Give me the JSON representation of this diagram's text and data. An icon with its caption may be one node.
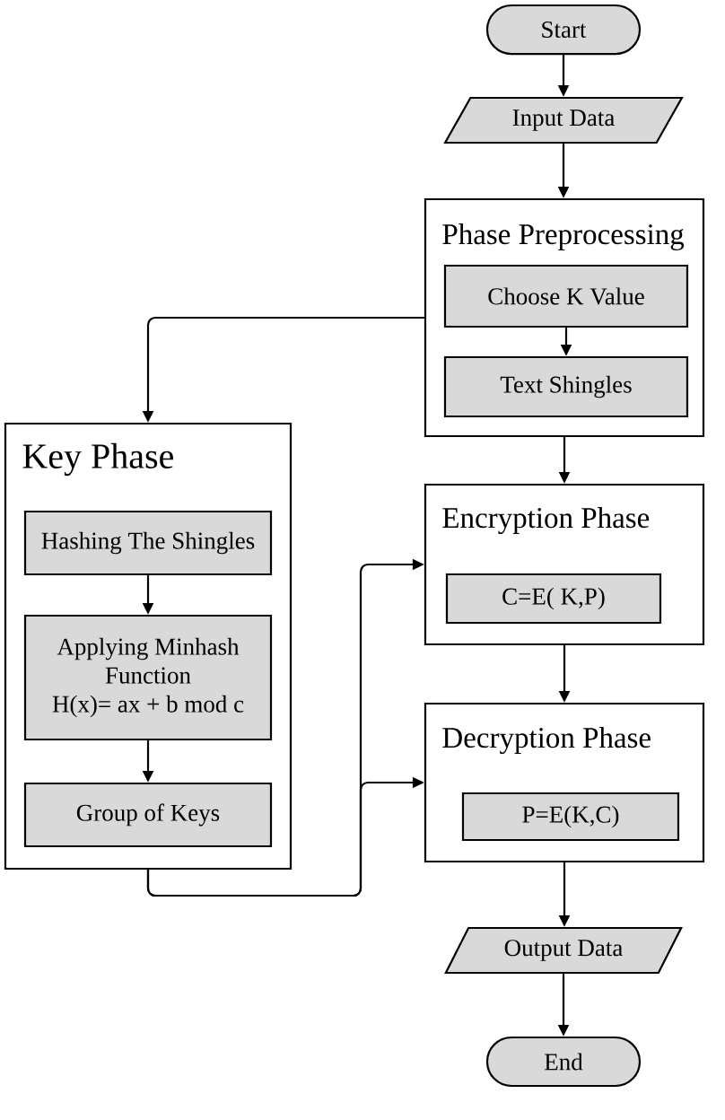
{
  "diagram": {
    "nodes": [
      {
        "text": [
          "Start"
        ]
      },
      {
        "text": [
          "Input Data"
        ]
      },
      {
        "text": [
          "Phase Preprocessing"
        ]
      },
      {
        "text": [
          "Choose K Value"
        ],
        "in": 2
      },
      {
        "text": [
          "Text Shingles"
        ],
        "in": 2
      },
      {
        "text": [
          "Key Phase"
        ]
      },
      {
        "text": [
          "Hashing The Shingles"
        ],
        "in": 5
      },
      {
        "text": [
          "Applying Minhash Function",
          "H(x)= ax + b mod c"
        ],
        "in": 5
      },
      {
        "text": [
          "Group of Keys"
        ],
        "in": 5
      },
      {
        "text": [
          "Encryption Phase"
        ]
      },
      {
        "text": [
          "C=E( K,P)"
        ],
        "in": 9
      },
      {
        "text": [
          "Decryption Phase"
        ]
      },
      {
        "text": [
          "P=E(K,C)"
        ],
        "in": 11
      },
      {
        "text": [
          "Output Data"
        ]
      },
      {
        "text": [
          "End"
        ]
      }
    ],
    "edges": [
      {
        "from": 0,
        "to": 1,
        "arrow": "to"
      },
      {
        "from": 1,
        "to": 2,
        "arrow": "to"
      },
      {
        "from": 3,
        "to": 4,
        "arrow": "to"
      },
      {
        "from": 2,
        "to": 5,
        "arrow": "to"
      },
      {
        "from": 2,
        "to": 9,
        "arrow": "to"
      },
      {
        "from": 6,
        "to": 7,
        "arrow": "to"
      },
      {
        "from": 7,
        "to": 8,
        "arrow": "to"
      },
      {
        "from": 5,
        "to": 9,
        "arrow": "to"
      },
      {
        "from": 5,
        "to": 11,
        "arrow": "to"
      },
      {
        "from": 9,
        "to": 11,
        "arrow": "to"
      },
      {
        "from": 11,
        "to": 13,
        "arrow": "to"
      },
      {
        "from": 13,
        "to": 14,
        "arrow": "to"
      }
    ]
  }
}
